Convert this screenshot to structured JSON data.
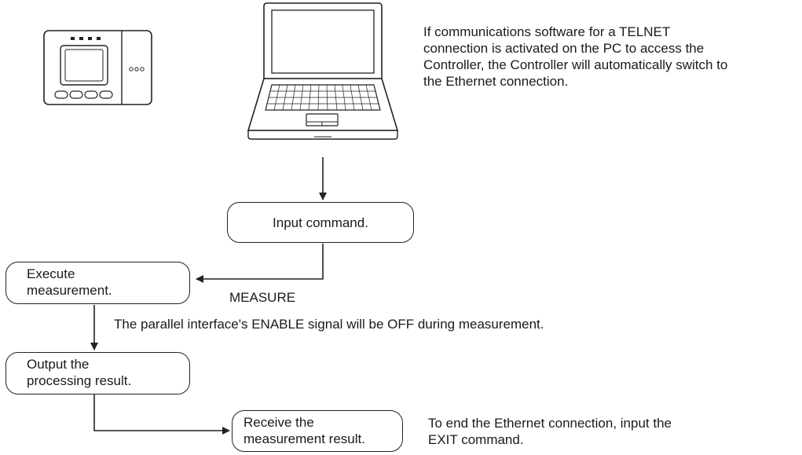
{
  "notes": {
    "telnet": "If communications software for a TELNET\nconnection is activated on the PC to access the\nController, the Controller will automatically switch to\nthe Ethernet connection.",
    "enable_signal": "The parallel interface's ENABLE signal will be OFF during measurement.",
    "exit": "To end the Ethernet connection, input the\nEXIT command."
  },
  "flow": {
    "input_command": "Input command.",
    "execute_measurement": "Execute\nmeasurement.",
    "measure_label": "MEASURE",
    "output_result": "Output the\nprocessing result.",
    "receive_result": "Receive the\nmeasurement result."
  }
}
